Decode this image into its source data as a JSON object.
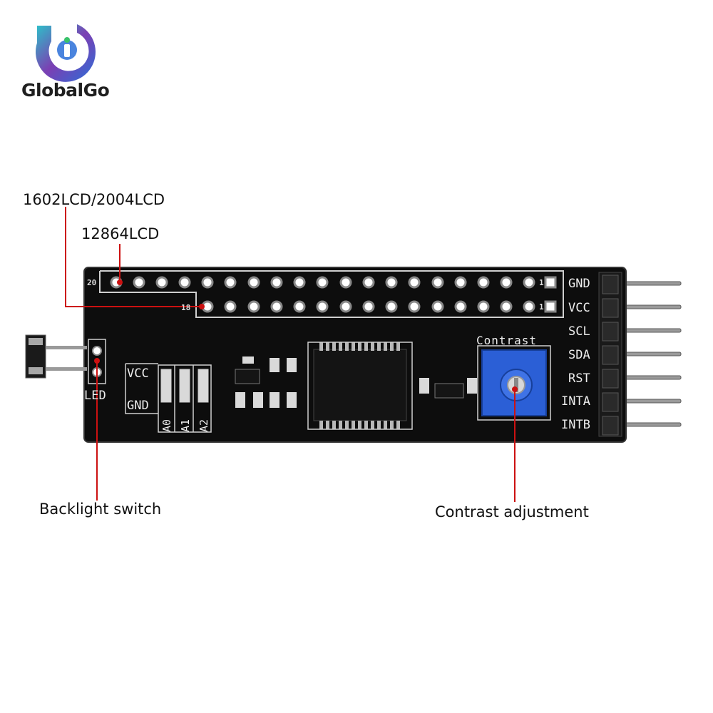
{
  "brand": {
    "name": "GlobalGo",
    "colors": {
      "teal": "#2bc3c9",
      "purple": "#7b3fb3",
      "blue": "#2a6fd8",
      "green": "#39c26a"
    }
  },
  "callouts": {
    "lcd1602_2004": "1602LCD/2004LCD",
    "lcd12864": "12864LCD",
    "backlight": "Backlight switch",
    "contrast": "Contrast adjustment"
  },
  "board": {
    "pin_labels": [
      "GND",
      "VCC",
      "SCL",
      "SDA",
      "RST",
      "INTA",
      "INTB"
    ],
    "top_row": {
      "first": "20",
      "last": "1"
    },
    "bottom_row": {
      "first": "18",
      "last": "1"
    },
    "contrast_label": "Contrast",
    "led_label": "LED",
    "vcc_label": "VCC",
    "gnd_label": "GND",
    "address_labels": [
      "A0",
      "A1",
      "A2"
    ],
    "colors": {
      "pcb": "#0d0d0d",
      "silkscreen": "#e8e8e8",
      "pot": "#2b5fd6",
      "callout_line": "#cc1111"
    }
  }
}
